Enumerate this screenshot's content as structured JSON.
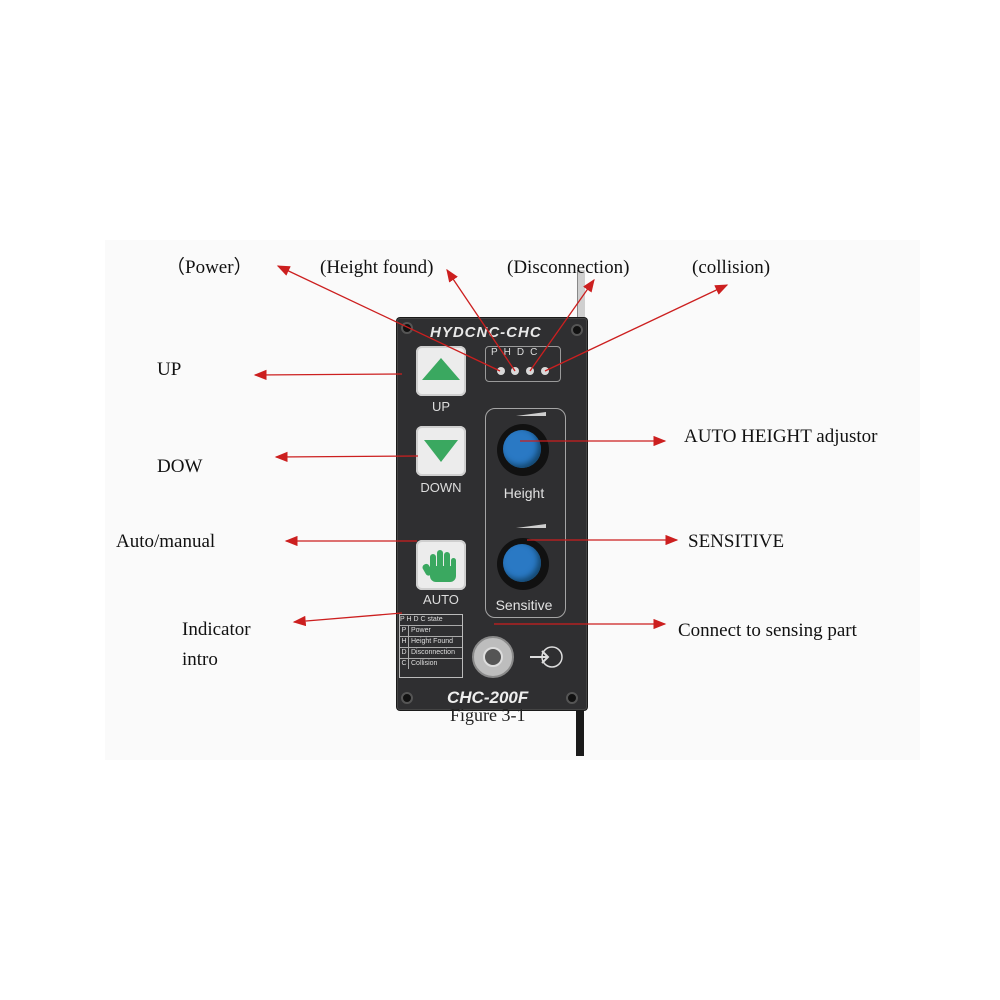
{
  "callouts": {
    "power": "（Power）",
    "height_found": "(Height found)",
    "disconnection": "(Disconnection)",
    "collision": "(collision)",
    "up": "UP",
    "down": "DOW",
    "auto_manual": "Auto/manual",
    "indicator_line1": "Indicator",
    "indicator_line2": "intro",
    "auto_height": "AUTO HEIGHT adjustor",
    "sensitive": "SENSITIVE",
    "connect": "Connect to sensing part"
  },
  "panel": {
    "brand": "HYDCNC-CHC",
    "led_letters": "PHDC",
    "up_label": "UP",
    "down_label": "DOWN",
    "auto_label": "AUTO",
    "height_label": "Height",
    "sensitive_label": "Sensitive",
    "model": "CHC-200F",
    "legend": {
      "header": "P H D C state",
      "rows": [
        {
          "key": "P",
          "text": "Power"
        },
        {
          "key": "H",
          "text": "Height Found"
        },
        {
          "key": "D",
          "text": "Disconnection"
        },
        {
          "key": "C",
          "text": "Collision"
        }
      ]
    }
  },
  "caption": "Figure 3-1",
  "colors": {
    "arrow": "#cc1f1f",
    "panel": "#2f2f31",
    "knob_blue": "#2a79c4",
    "button_green": "#3aa860"
  }
}
